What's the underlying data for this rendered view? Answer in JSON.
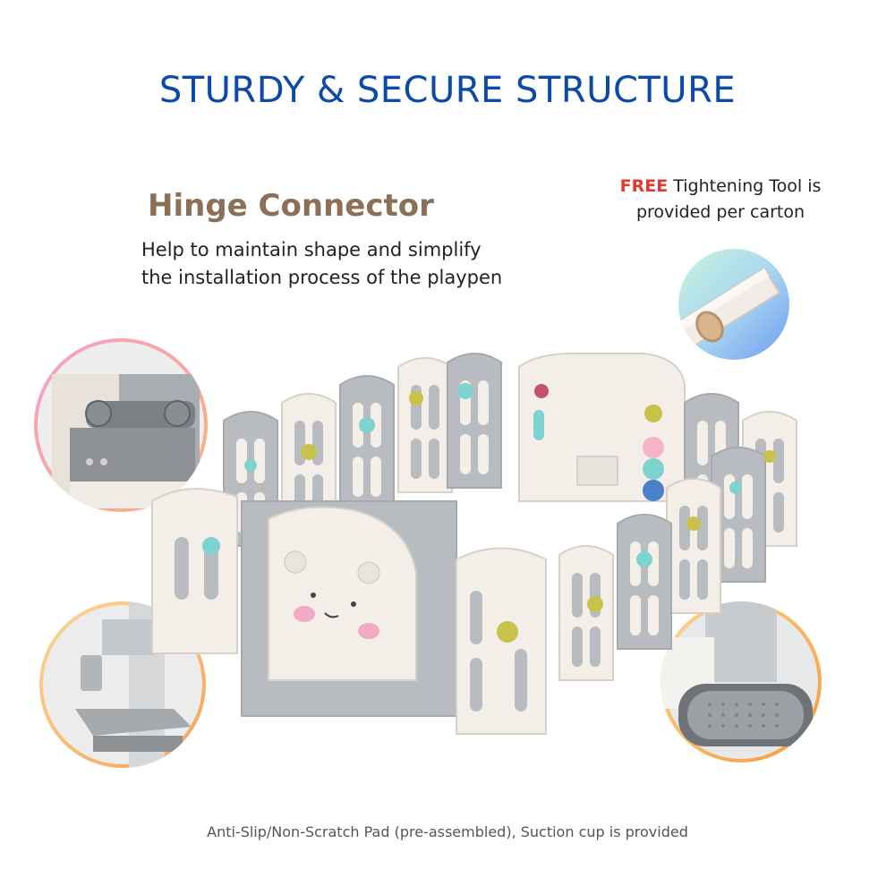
{
  "headline": "STURDY & SECURE STRUCTURE",
  "hinge": {
    "title": "Hinge Connector",
    "desc_line1": "Help to maintain shape and simplify",
    "desc_line2": "the installation process of the playpen"
  },
  "tool_note": {
    "free_label": "FREE",
    "line1_rest": " Tightening Tool is",
    "line2": "provided per carton"
  },
  "footer": "Anti-Slip/Non-Scratch Pad (pre-assembled), Suction cup is provided",
  "colors": {
    "headline": "#0b4aa8",
    "hinge_title": "#8c6f57",
    "free": "#e03a2f",
    "panel_grey": "#b8bcc0",
    "panel_cream": "#f3efe8",
    "accent_teal": "#7fd3cf",
    "accent_yellow": "#c9c24a"
  }
}
